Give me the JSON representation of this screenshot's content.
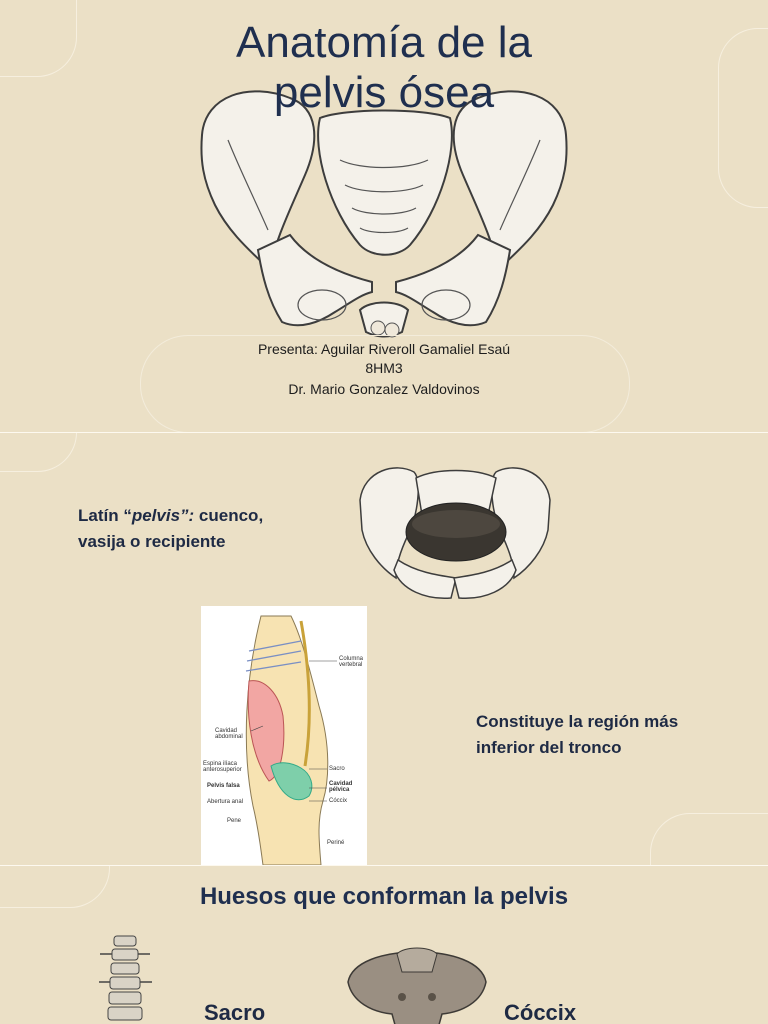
{
  "slide1": {
    "title_line1": "Anatomía de la",
    "title_line2": "pelvis ósea",
    "presenter": "Presenta: Aguilar Riveroll Gamaliel Esaú",
    "group": "8HM3",
    "teacher": "Dr. Mario Gonzalez Valdovinos"
  },
  "slide2": {
    "latin_prefix": "Latín “",
    "latin_word": "pelvis”:",
    "latin_rest": " cuenco,",
    "latin_line2": "vasija o recipiente",
    "region_line1": "Constituye la región más",
    "region_line2": "inferior del tronco",
    "diagram_labels": {
      "columna": "Columna vertebral",
      "cavidad_abd": "Cavidad abdominal",
      "espina": "Espina ilíaca anterosuperior",
      "sacro": "Sacro",
      "pelvis_falsa": "Pelvis falsa",
      "cavidad_pelvica": "Cavidad pélvica",
      "abertura": "Abertura anal",
      "coccix": "Cóccix",
      "pene": "Pene",
      "perine": "Periné"
    }
  },
  "slide3": {
    "heading": "Huesos que conforman la pelvis",
    "label_sacro": "Sacro",
    "label_coccix": "Cóccix"
  },
  "colors": {
    "background": "#ebe0c6",
    "title": "#1f2f4f",
    "text": "#1e2a44"
  }
}
